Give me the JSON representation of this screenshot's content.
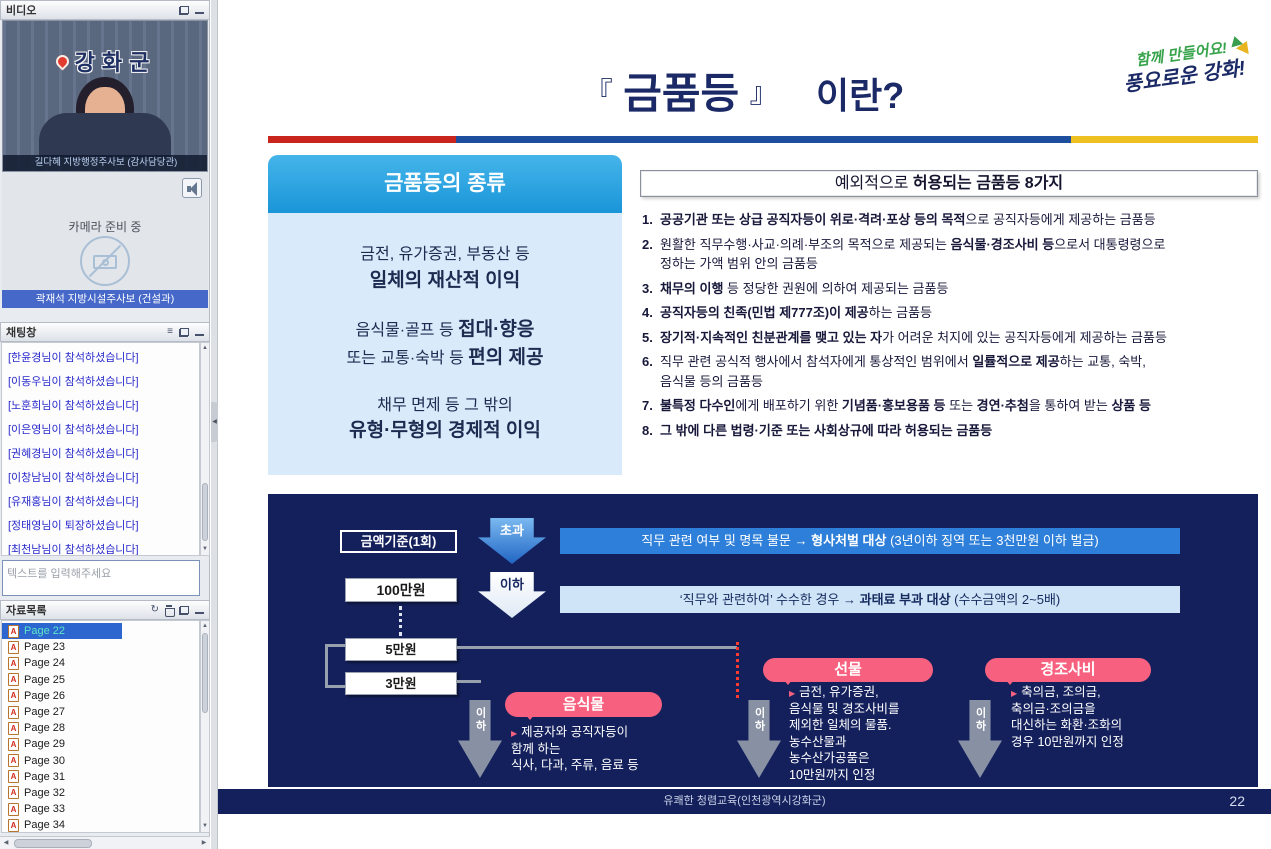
{
  "icons": {
    "menu": "≡",
    "refresh": "↻",
    "scroll_up": "▲",
    "scroll_down": "▼",
    "scroll_left": "◀",
    "scroll_right": "▶",
    "collapse": "◀",
    "pdf_badge": "A"
  },
  "sidebar": {
    "video": {
      "title": "비디오",
      "backdrop_text": "강화군",
      "speaker_caption": "길다혜 지방행정주사보 (감사담당관)",
      "camera_status": "카메라 준비 중",
      "second_user": "곽재석 지방시설주사보 (건설과)"
    },
    "chat": {
      "title": "채팅창",
      "messages": [
        "[한윤경님이 참석하셨습니다]",
        "[이동우님이 참석하셨습니다]",
        "[노훈희님이 참석하셨습니다]",
        "[이은영님이 참석하셨습니다]",
        "[권혜경님이 참석하셨습니다]",
        "[이창남님이 참석하셨습니다]",
        "[유재홍님이 참석하셨습니다]",
        "[정태영님이 퇴장하셨습니다]",
        "[최천남님이 참석하셨습니다]"
      ],
      "input_placeholder": "텍스트를 입력해주세요"
    },
    "materials": {
      "title": "자료목록",
      "pages": [
        "Page 22",
        "Page 23",
        "Page 24",
        "Page 25",
        "Page 26",
        "Page 27",
        "Page 28",
        "Page 29",
        "Page 30",
        "Page 31",
        "Page 32",
        "Page 33",
        "Page 34"
      ]
    }
  },
  "slide": {
    "title": {
      "open": "『",
      "keyword": "금품등",
      "close": "』",
      "question": "이란?"
    },
    "slogan": {
      "line1": "함께 만들어요!",
      "line2": "풍요로운 강화!"
    },
    "types_box": {
      "header": "금품등의 종류",
      "items": [
        {
          "segments": [
            {
              "t": "금전, 유가증권, 부동산 등\n",
              "b": false
            },
            {
              "t": "일체의 재산적 이익",
              "b": true
            }
          ]
        },
        {
          "segments": [
            {
              "t": "음식물·골프 등 ",
              "b": false
            },
            {
              "t": "접대·향응",
              "b": true
            },
            {
              "t": "\n또는 교통·숙박 등 ",
              "b": false
            },
            {
              "t": "편의 제공",
              "b": true
            }
          ]
        },
        {
          "segments": [
            {
              "t": "채무 면제 등 그 밖의\n",
              "b": false
            },
            {
              "t": "유형·무형의 경제적 이익",
              "b": true
            }
          ]
        }
      ]
    },
    "exceptions": {
      "header_segments": [
        {
          "t": "예외적으로 ",
          "b": false
        },
        {
          "t": "허용되는 금품등 8가지",
          "b": true
        }
      ],
      "items": [
        {
          "num": "1.",
          "segments": [
            {
              "t": "공공기관 또는 상급 공직자등이 위로·격려·포상 등의 목적",
              "b": true
            },
            {
              "t": "으로 공직자등에게 제공하는 금품등",
              "b": false
            }
          ]
        },
        {
          "num": "2.",
          "segments": [
            {
              "t": "원활한 직무수행·사교·의례·부조의 목적으로 제공되는 ",
              "b": false
            },
            {
              "t": "음식물·경조사비 등",
              "b": true
            },
            {
              "t": "으로서 대통령령으로\n정하는 가액 범위 안의 금품등",
              "b": false
            }
          ]
        },
        {
          "num": "3.",
          "segments": [
            {
              "t": "채무의 이행",
              "b": true
            },
            {
              "t": " 등 정당한 권원에 의하여 제공되는 금품등",
              "b": false
            }
          ]
        },
        {
          "num": "4.",
          "segments": [
            {
              "t": "공직자등의 친족(민법 제777조)이 제공",
              "b": true
            },
            {
              "t": "하는 금품등",
              "b": false
            }
          ]
        },
        {
          "num": "5.",
          "segments": [
            {
              "t": "장기적·지속적인 친분관계를 맺고 있는 자",
              "b": true
            },
            {
              "t": "가 어려운 처지에 있는 공직자등에게 제공하는 금품등",
              "b": false
            }
          ]
        },
        {
          "num": "6.",
          "segments": [
            {
              "t": "직무 관련 공식적 행사에서 참석자에게 통상적인 범위에서 ",
              "b": false
            },
            {
              "t": "일률적으로 제공",
              "b": true
            },
            {
              "t": "하는 교통, 숙박,\n음식물 등의 금품등",
              "b": false
            }
          ]
        },
        {
          "num": "7.",
          "segments": [
            {
              "t": "불특정 다수인",
              "b": true
            },
            {
              "t": "에게 배포하기 위한 ",
              "b": false
            },
            {
              "t": "기념품·홍보용품 등",
              "b": true
            },
            {
              "t": " 또는 ",
              "b": false
            },
            {
              "t": "경연·추첨",
              "b": true
            },
            {
              "t": "을 통하여 받는 ",
              "b": false
            },
            {
              "t": "상품 등",
              "b": true
            }
          ]
        },
        {
          "num": "8.",
          "segments": [
            {
              "t": "그 밖에 다른 법령·기준 또는 사회상규에 따라 허용되는 금품등",
              "b": true
            }
          ]
        }
      ]
    },
    "diagram": {
      "criteria_label": "금액기준(1회)",
      "over_label": "초과",
      "under_label": "이하",
      "down_label": "이하",
      "amount_100": "100만원",
      "amount_5": "5만원",
      "amount_3": "3만원",
      "row1_segments": [
        {
          "t": "직무 관련 여부 및 명목 불문 → ",
          "b": false
        },
        {
          "t": "형사처벌 대상 ",
          "b": true
        },
        {
          "t": "(3년이하 징역 또는 3천만원 이하 벌금)",
          "b": false
        }
      ],
      "row2_segments": [
        {
          "t": "‘직무와 관련하여’ 수수한 경우 → ",
          "b": false
        },
        {
          "t": "과태료 부과 대상 ",
          "b": true
        },
        {
          "t": "(수수금액의 2~5배)",
          "b": false
        }
      ],
      "food": {
        "label": "음식물",
        "desc": "제공자와 공직자등이\n함께 하는\n식사, 다과, 주류, 음료 등"
      },
      "gift": {
        "label": "선물",
        "desc": "금전, 유가증권,\n음식물 및 경조사비를\n제외한 일체의 물품.\n농수산물과\n농수산가공품은\n10만원까지 인정"
      },
      "congratulation": {
        "label": "경조사비",
        "desc": "축의금, 조의금,\n축의금·조의금을\n대신하는 화환·조화의\n경우 10만원까지 인정"
      }
    },
    "footer": {
      "text": "유쾌한 청렴교육(인천광역시강화군)",
      "page": "22"
    }
  }
}
